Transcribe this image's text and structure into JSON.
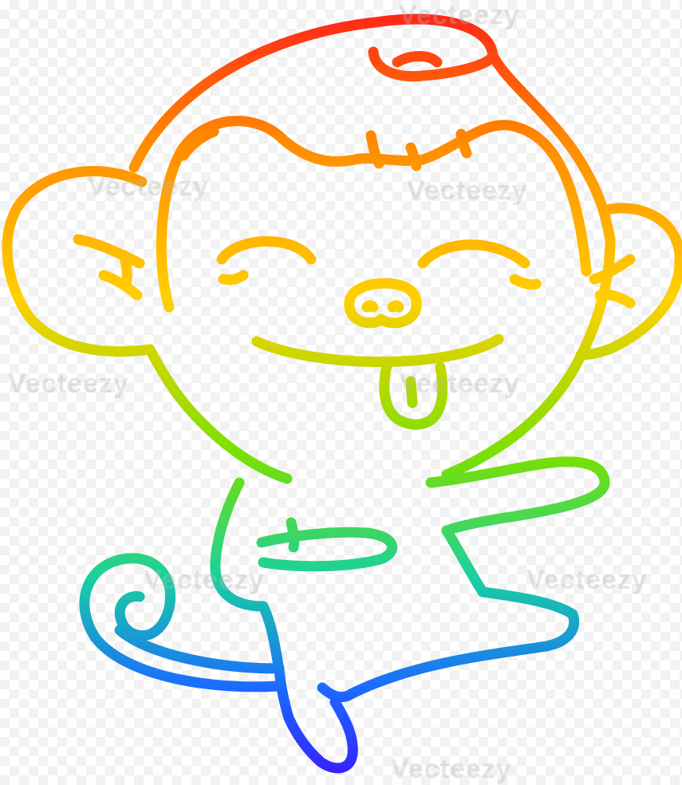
{
  "image": {
    "subject": "cartoon monkey dancing with tongue out",
    "style": "rainbow gradient line art on transparent background",
    "gradient_colors": [
      "#ff1a1a",
      "#ff8a00",
      "#ffd000",
      "#7be000",
      "#19d0a0",
      "#1a6bff",
      "#3a1aff"
    ]
  },
  "watermark": {
    "text": "Vecteezy"
  }
}
